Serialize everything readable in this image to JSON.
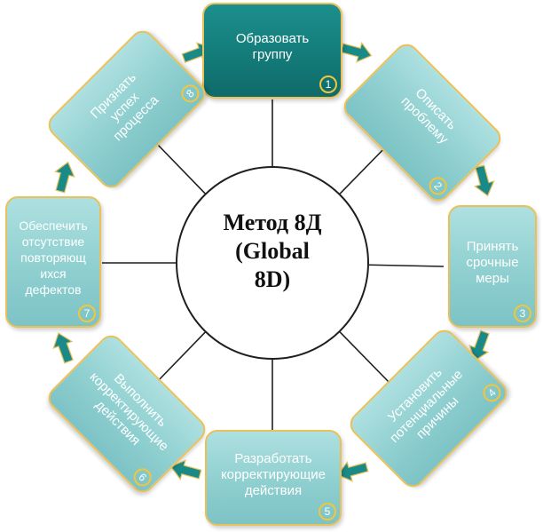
{
  "center": {
    "title": "Метод 8Д\n(Global\n8D)"
  },
  "steps": [
    {
      "number": "1",
      "label": "Образовать\nгруппу"
    },
    {
      "number": "2",
      "label": "Описать\nпроблему"
    },
    {
      "number": "3",
      "label": "Принять\nсрочные\nмеры"
    },
    {
      "number": "4",
      "label": "Установить\nпотенциальные\nпричины"
    },
    {
      "number": "5",
      "label": "Разработать\nкорректирующие\nдействия"
    },
    {
      "number": "6",
      "label": "Выполнить\nкорректирующие\nдействия"
    },
    {
      "number": "7",
      "label": "Обеспечить\nотсутствие\nповторяющ\nихся\nдефектов"
    },
    {
      "number": "8",
      "label": "Признать\nуспех\nпроцесса"
    }
  ],
  "colors": {
    "box": "#8fcfd0",
    "box_active": "#137a78",
    "border": "#e9c15a",
    "arrow": "#1a8a88",
    "spoke": "#1f1f1f"
  }
}
